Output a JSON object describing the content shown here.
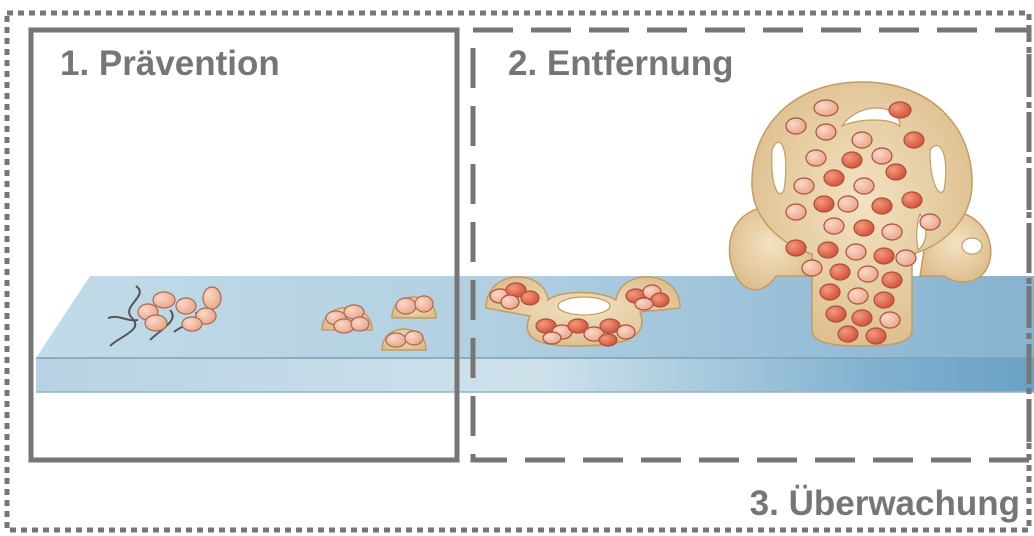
{
  "regions": {
    "prevention": {
      "label": "1. Prävention"
    },
    "removal": {
      "label": "2. Entfernung"
    },
    "monitoring": {
      "label": "3. Überwachung"
    }
  },
  "colors": {
    "frame": "#767676",
    "surface_top": "#a9c9dc",
    "surface_front": "#9dc1d9",
    "biofilm_matrix": "#e4c99a",
    "cell_light": "#f0b59a",
    "cell_dark": "#e06a4a",
    "flagellum": "#555555"
  }
}
